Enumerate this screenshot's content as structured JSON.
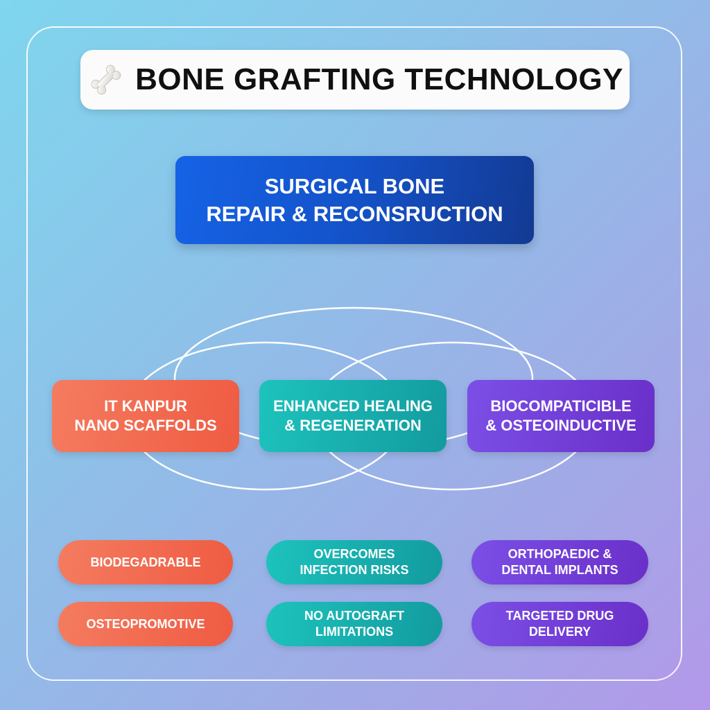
{
  "title": {
    "icon": "bone-icon",
    "text": "BONE GRAFTING TECHNOLOGY"
  },
  "main": {
    "lines": [
      "SURGICAL BONE",
      "REPAIR & RECONSRUCTION"
    ]
  },
  "middle": [
    {
      "lines": [
        "IT KANPUR",
        "NANO SCAFFOLDS"
      ],
      "color": "#ef5b42"
    },
    {
      "lines": [
        "ENHANCED HEALING",
        "& REGENERATION"
      ],
      "color": "#139b9f"
    },
    {
      "lines": [
        "BIOCOMPATICIBLE",
        "& OSTEOINDUCTIVE"
      ],
      "color": "#6a2fc9"
    }
  ],
  "bottom": {
    "left": [
      {
        "lines": [
          "BIODEGADRABLE"
        ]
      },
      {
        "lines": [
          "OSTEOPROMOTIVE"
        ]
      }
    ],
    "center": [
      {
        "lines": [
          "OVERCOMES",
          "INFECTION RISKS"
        ]
      },
      {
        "lines": [
          "NO AUTOGRAFT",
          "LIMITATIONS"
        ]
      }
    ],
    "right": [
      {
        "lines": [
          "ORTHOPAEDIC &",
          "DENTAL IMPLANTS"
        ]
      },
      {
        "lines": [
          "TARGETED DRUG",
          "DELIVERY"
        ]
      }
    ]
  },
  "colors": {
    "orange": "#ef5b42",
    "teal": "#139b9f",
    "purple": "#6a2fc9",
    "blue": "#1452c9"
  }
}
